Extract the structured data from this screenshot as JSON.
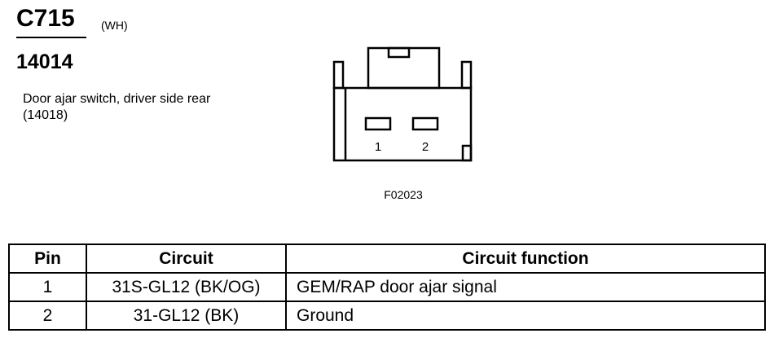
{
  "header": {
    "connector_id": "C715",
    "connector_color": "(WH)",
    "part_number": "14014",
    "description": "Door ajar switch, driver side rear (14018)"
  },
  "figure": {
    "pin_labels": [
      "1",
      "2"
    ],
    "figure_code": "F02023"
  },
  "table": {
    "headers": [
      "Pin",
      "Circuit",
      "Circuit function"
    ],
    "rows": [
      {
        "pin": "1",
        "circuit": "31S-GL12 (BK/OG)",
        "function": "GEM/RAP door ajar signal"
      },
      {
        "pin": "2",
        "circuit": "31-GL12 (BK)",
        "function": "Ground"
      }
    ]
  }
}
